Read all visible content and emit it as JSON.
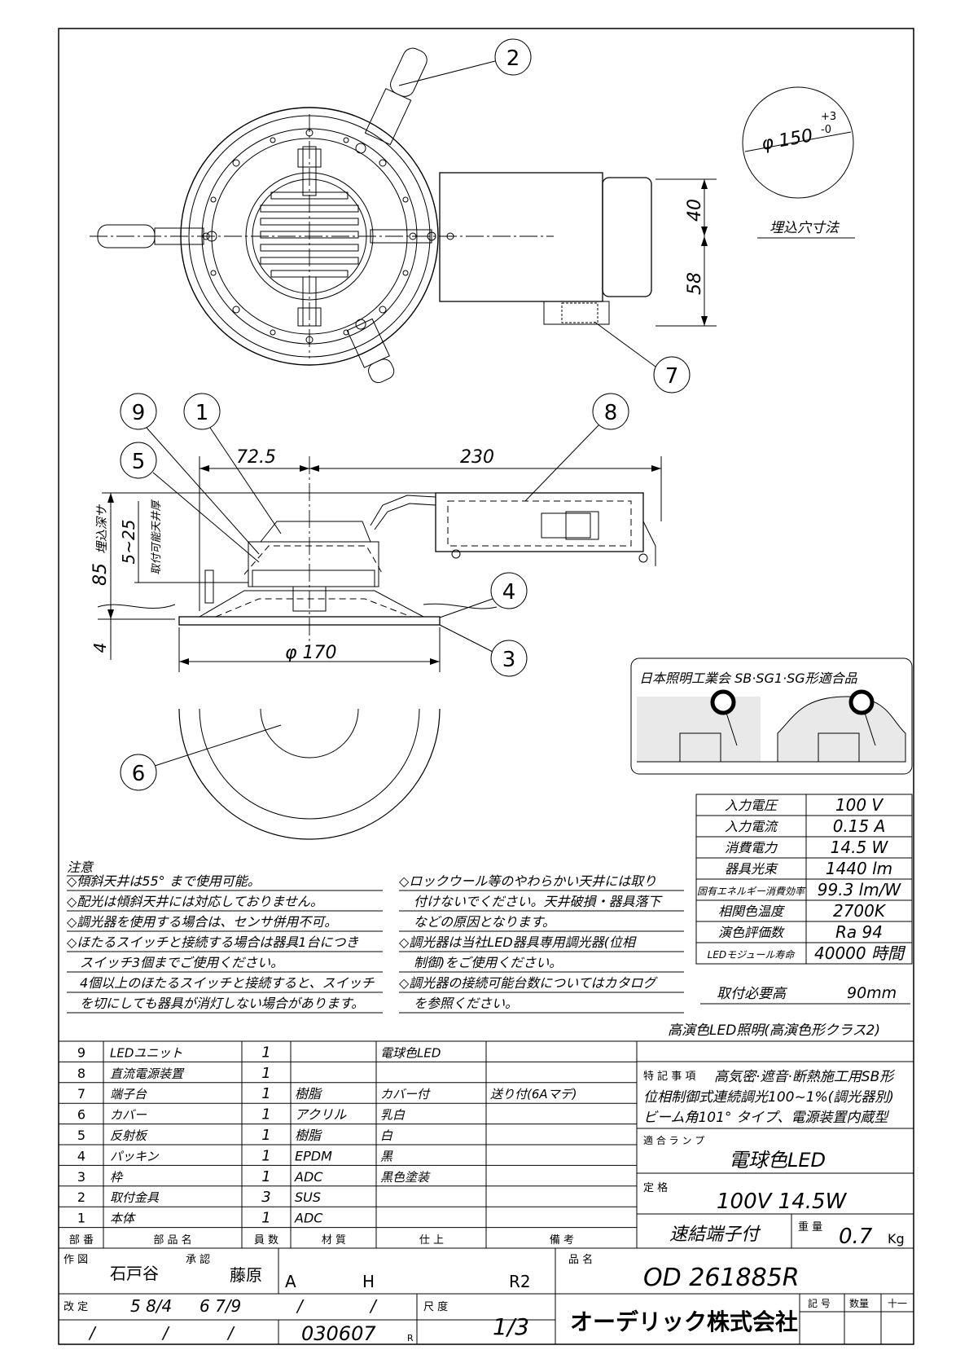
{
  "drawing": {
    "balloons": [
      "1",
      "2",
      "3",
      "4",
      "5",
      "6",
      "7",
      "8",
      "9"
    ],
    "dims": {
      "hole_symbol": "φ 150",
      "hole_tol_plus": "+3",
      "hole_tol_minus": "-0",
      "hole_label": "埋込穴寸法",
      "dim_40": "40",
      "dim_58": "58",
      "dim_725": "72.5",
      "dim_230": "230",
      "dim_85": "85",
      "embed_depth": "埋込深サ",
      "dim_525": "5~25",
      "ceiling_thick": "取付可能天井厚",
      "dim_4": "4",
      "dim_170": "φ 170"
    }
  },
  "compat": {
    "title": "日本照明工業会 SB·SG1·SG形適合品"
  },
  "specs": [
    {
      "label": "入力電圧",
      "value": "100 V"
    },
    {
      "label": "入力電流",
      "value": "0.15 A"
    },
    {
      "label": "消費電力",
      "value": "14.5 W"
    },
    {
      "label": "器具光束",
      "value": "1440 lm"
    },
    {
      "label": "固有エネルギー消費効率",
      "value": "99.3 lm/W"
    },
    {
      "label": "相関色温度",
      "value": "2700K"
    },
    {
      "label": "演色評価数",
      "value": "Ra 94"
    },
    {
      "label": "LEDモジュール寿命",
      "value": "40000 時間"
    }
  ],
  "mount_height": {
    "label": "取付必要高",
    "value": "90mm"
  },
  "notes": {
    "title": "注意",
    "left": [
      "◇傾斜天井は55° まで使用可能。",
      "◇配光は傾斜天井には対応しておりません。",
      "◇調光器を使用する場合は、センサ併用不可。",
      "◇ほたるスイッチと接続する場合は器具1台につき",
      "スイッチ3個までご使用ください。",
      "4個以上のほたるスイッチと接続すると、スイッチ",
      "を切にしても器具が消灯しない場合があります。"
    ],
    "right": [
      "◇ロックウール等のやわらかい天井には取り",
      "付けないでください。天井破損・器具落下",
      "などの原因となります。",
      "◇調光器は当社LED器具専用調光器(位相",
      "制御)をご使用ください。",
      "◇調光器の接続可能台数についてはカタログ",
      "を参照ください。"
    ]
  },
  "high_cri": "高演色LED照明(高演色形クラス2)",
  "parts": [
    {
      "no": "9",
      "name": "LEDユニット",
      "qty": "1",
      "material": "",
      "finish": "電球色LED",
      "remarks": ""
    },
    {
      "no": "8",
      "name": "直流電源装置",
      "qty": "1",
      "material": "",
      "finish": "",
      "remarks": ""
    },
    {
      "no": "7",
      "name": "端子台",
      "qty": "1",
      "material": "樹脂",
      "finish": "カバー付",
      "remarks": "送り付(6Aマデ)"
    },
    {
      "no": "6",
      "name": "カバー",
      "qty": "1",
      "material": "アクリル",
      "finish": "乳白",
      "remarks": ""
    },
    {
      "no": "5",
      "name": "反射板",
      "qty": "1",
      "material": "樹脂",
      "finish": "白",
      "remarks": ""
    },
    {
      "no": "4",
      "name": "パッキン",
      "qty": "1",
      "material": "EPDM",
      "finish": "黒",
      "remarks": ""
    },
    {
      "no": "3",
      "name": "枠",
      "qty": "1",
      "material": "ADC",
      "finish": "黒色塗装",
      "remarks": ""
    },
    {
      "no": "2",
      "name": "取付金具",
      "qty": "3",
      "material": "SUS",
      "finish": "",
      "remarks": ""
    },
    {
      "no": "1",
      "name": "本体",
      "qty": "1",
      "material": "ADC",
      "finish": "",
      "remarks": ""
    }
  ],
  "parts_header": [
    "部 番",
    "部 品 名",
    "員 数",
    "材 質",
    "仕 上",
    "備 考"
  ],
  "features": {
    "label": "特 記 事 項",
    "line1": "高気密·遮音·断熱施工用SB形",
    "line2": "位相制御式連続調光100~1%(調光器別)",
    "line3": "ビーム角101° タイプ、電源装置内蔵型"
  },
  "lamp": {
    "label": "適 合 ラ ン プ",
    "value": "電球色LED"
  },
  "rating": {
    "label": "定 格",
    "value": "100V  14.5W"
  },
  "connector": "速結端子付",
  "weight": {
    "label": "重 量",
    "value": "0.7",
    "unit": "Kg"
  },
  "title_block": {
    "drawn_label": "作 図",
    "drawn_by": "石戸谷",
    "approved_label": "承 認",
    "approved_by": "藤原",
    "code_a": "A",
    "code_h": "H",
    "code_r": "R2",
    "product_label": "品 名",
    "product_no": "OD 261885R",
    "revision_label": "改 定",
    "rev_date1": "5 8/4",
    "rev_date2": "6 7/9",
    "slash": "/",
    "scale_label": "尺 度",
    "scale": "1/3",
    "drawing_no": "030607",
    "drawing_suffix": "R",
    "company": "オーデリック株式会社",
    "symbol_label": "記 号",
    "quantity_label": "数量",
    "dash_label": "十一"
  }
}
